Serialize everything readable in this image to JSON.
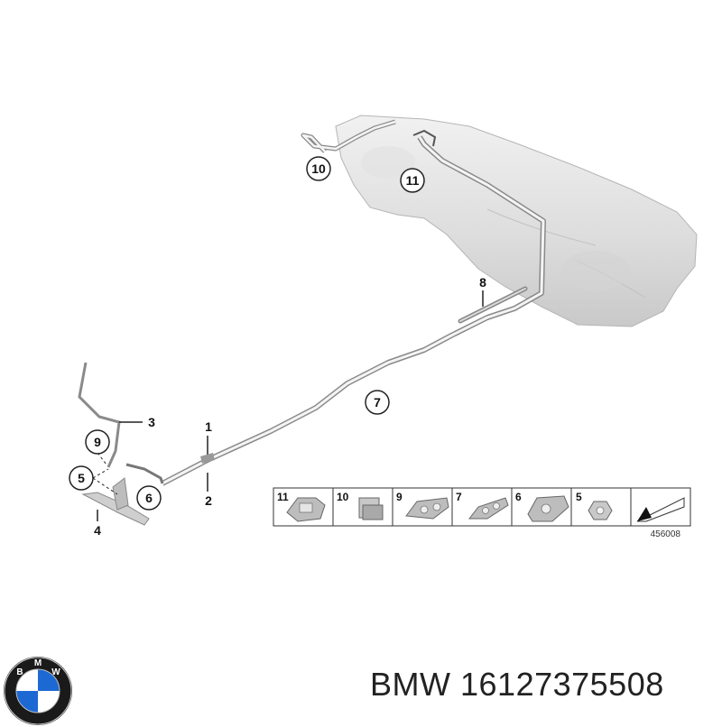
{
  "callouts": [
    "1",
    "2",
    "3",
    "4",
    "5",
    "6",
    "7",
    "8",
    "9",
    "10",
    "11"
  ],
  "thumbnails": [
    "11",
    "10",
    "9",
    "7",
    "6",
    "5"
  ],
  "diagram_id": "456008",
  "logo": {
    "icon": "bmw-roundel-icon",
    "letters": [
      "B",
      "M",
      "W"
    ],
    "colors": {
      "blue": "#1c69d4",
      "ring": "#1a1a1a",
      "white": "#ffffff"
    }
  },
  "caption": {
    "brand": "BMW",
    "part_number": "16127375508"
  }
}
